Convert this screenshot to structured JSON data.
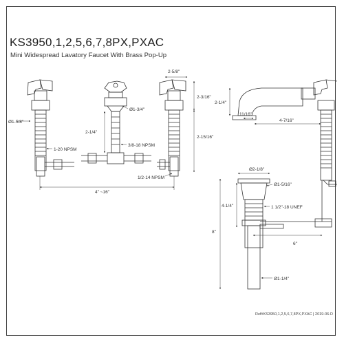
{
  "header": {
    "title": "KS3950,1,2,5,6,7,8PX,PXAC",
    "subtitle": "Mini Widespread Lavatory Faucet With Brass Pop-Up"
  },
  "dimensions": {
    "handle_width": "2-5/8\"",
    "spout_base_dia": "Ø1-3/4\"",
    "handle_dia": "Ø1-5/8\"",
    "handle_height": "2-3/16\"",
    "shank_length": "2-1/4\"",
    "thread_spout": "3/8-18 NPSM",
    "thread_handle": "1-20 NPSM",
    "valve_height": "2-15/16\"",
    "thread_inlet": "1/2-14 NPSM",
    "spread": "4\" ~16\"",
    "spout_height": "2-1/4\"",
    "spout_offset": "11/16\"",
    "spout_reach": "4-7/16\"",
    "drain_top_dia": "Ø2-1/8\"",
    "drain_flange_dia": "Ø1-5/16\"",
    "drain_height": "4-1/4\"",
    "drain_thread": "1 1/2\"-18 UNEF",
    "overall_height": "8\"",
    "rod_length": "6\"",
    "tail_dia": "Ø1-1/4\""
  },
  "footer": {
    "reference": "Ref#KS3950,1,2,5,6,7,8PX,PXAC | 2019-06-D"
  }
}
